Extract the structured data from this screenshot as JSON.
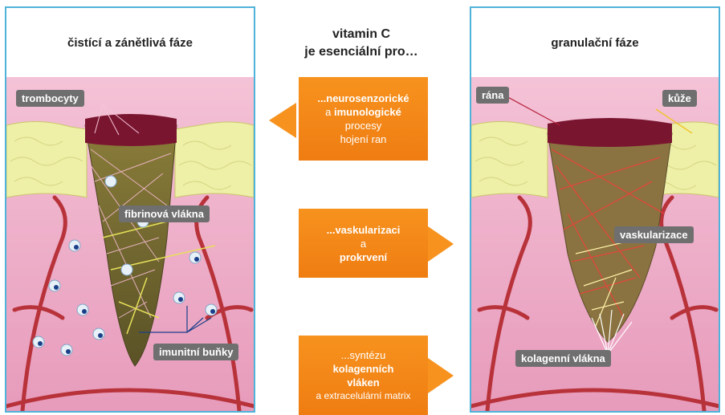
{
  "center": {
    "title_line1": "vitamin C",
    "title_line2": "je esenciální pro…"
  },
  "left_panel": {
    "heading": "čistící a zánětlivá fáze",
    "labels": {
      "platelets": "trombocyty",
      "fibrin": "fibrinová vlákna",
      "immune": "imunitní buňky"
    }
  },
  "right_panel": {
    "heading": "granulační fáze",
    "labels": {
      "wound": "rána",
      "skin": "kůže",
      "vascularization": "vaskularizace",
      "collagen": "kolagenní vlákna"
    }
  },
  "boxes": [
    {
      "l1": "...neurosenzorické",
      "l2a": "a ",
      "l2b": "imunologické",
      "l3": "procesy",
      "l4": "hojení ran"
    },
    {
      "l1": "...vaskularizaci",
      "l2": "a",
      "l3": "prokrvení"
    },
    {
      "l1": "...syntézu",
      "l2": "kolagenních",
      "l3": "vláken",
      "l4": "a extracelulární matrix"
    }
  ],
  "colors": {
    "border": "#4fb3d9",
    "orange": "#f7921e",
    "tag_bg": "#6f6f6f",
    "skin_pink": "#f2b9cf",
    "fat_yellow": "#eef0a8",
    "wound_olive": "#6e6530",
    "scab": "#7a1530"
  }
}
